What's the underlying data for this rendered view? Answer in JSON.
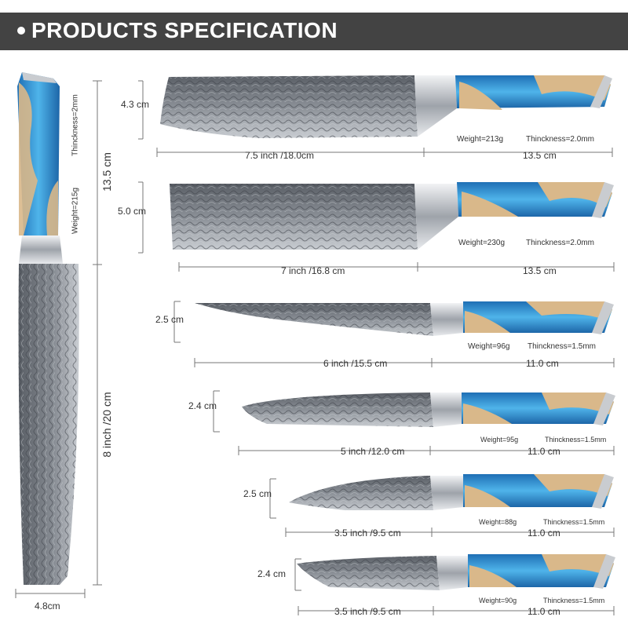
{
  "header": {
    "title": "PRODUCTS SPECIFICATION"
  },
  "chef_knife": {
    "handle_length": "13.5 cm",
    "blade_length": "8 inch /20 cm",
    "width": "4.8cm",
    "weight": "Weight=215g",
    "thickness": "Thinckness=2mm"
  },
  "knives": [
    {
      "height": "4.3 cm",
      "blade": "7.5 inch /18.0cm",
      "handle": "13.5 cm",
      "weight": "Weight=213g",
      "thickness": "Thinckness=2.0mm"
    },
    {
      "height": "5.0 cm",
      "blade": "7 inch /16.8 cm",
      "handle": "13.5 cm",
      "weight": "Weight=230g",
      "thickness": "Thinckness=2.0mm"
    },
    {
      "height": "2.5 cm",
      "blade": "6 inch /15.5 cm",
      "handle": "11.0 cm",
      "weight": "Weight=96g",
      "thickness": "Thinckness=1.5mm"
    },
    {
      "height": "2.4 cm",
      "blade": "5 inch /12.0 cm",
      "handle": "11.0 cm",
      "weight": "Weight=95g",
      "thickness": "Thinckness=1.5mm"
    },
    {
      "height": "2.5 cm",
      "blade": "3.5 inch /9.5 cm",
      "handle": "11.0 cm",
      "weight": "Weight=88g",
      "thickness": "Thinckness=1.5mm"
    },
    {
      "height": "2.4 cm",
      "blade": "3.5 inch /9.5 cm",
      "handle": "11.0 cm",
      "weight": "Weight=90g",
      "thickness": "Thinckness=1.5mm"
    }
  ],
  "colors": {
    "header_bg": "#434343",
    "resin": "#2a8fd0",
    "wood": "#d9b88a",
    "steel": "#8a8f96"
  }
}
